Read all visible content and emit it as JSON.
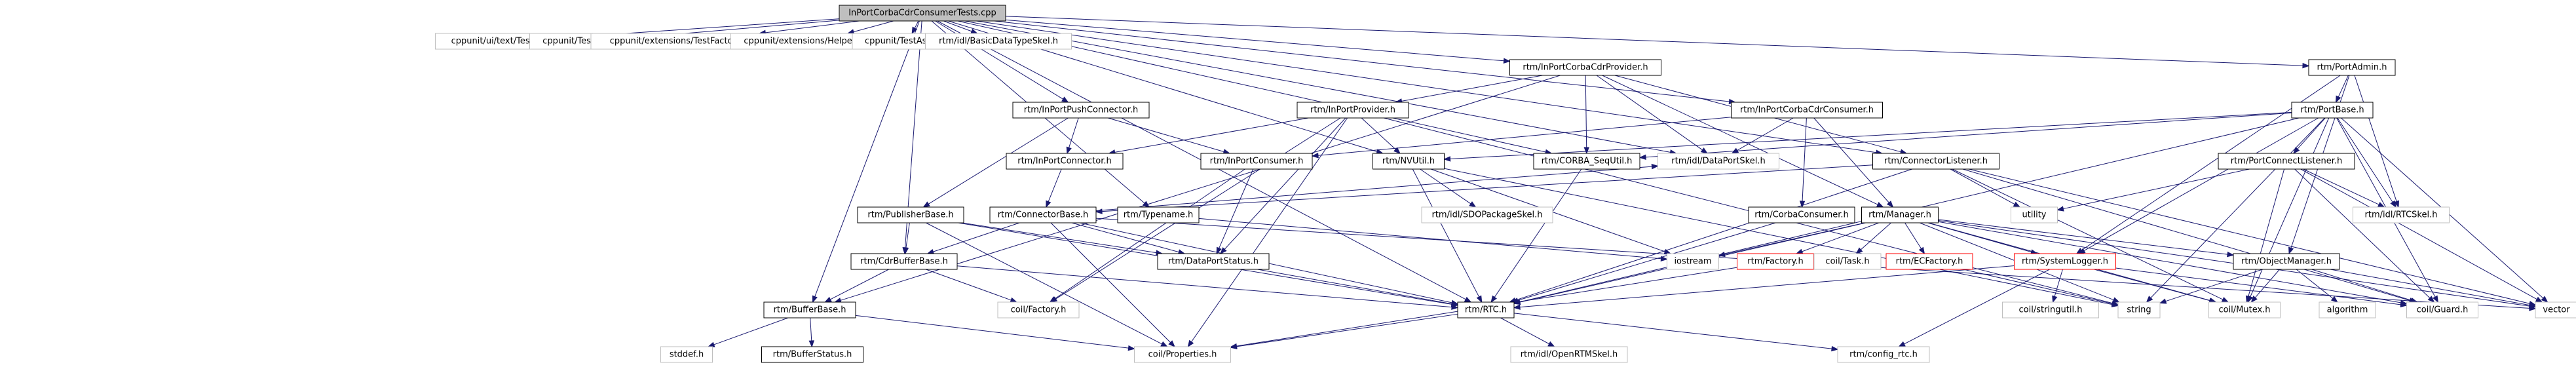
{
  "graph": {
    "edge_color": "#191970",
    "root_fill": "#bfbfbf",
    "nodes": [
      {
        "id": "root",
        "label": "InPortCorbaCdrConsumerTests.cpp",
        "style": "root"
      },
      {
        "id": "n_testrunner",
        "label": "cppunit/ui/text/TestRunner.h",
        "style": "ext"
      },
      {
        "id": "n_testoutputter",
        "label": "cppunit/TestOutputter.h",
        "style": "ext"
      },
      {
        "id": "n_testfactoryreg",
        "label": "cppunit/extensions/TestFactoryRegistry.h",
        "style": "ext"
      },
      {
        "id": "n_helpermacros",
        "label": "cppunit/extensions/HelperMacros.h",
        "style": "ext"
      },
      {
        "id": "n_testassert",
        "label": "cppunit/TestAssert.h",
        "style": "ext"
      },
      {
        "id": "n_basicdatatype",
        "label": "rtm/idl/BasicDataTypeSkel.h",
        "style": "ext"
      },
      {
        "id": "n_inportpushconn",
        "label": "rtm/InPortPushConnector.h",
        "style": "normal"
      },
      {
        "id": "n_inportcdrprov",
        "label": "rtm/InPortCorbaCdrProvider.h",
        "style": "normal"
      },
      {
        "id": "n_inportprovider",
        "label": "rtm/InPortProvider.h",
        "style": "normal"
      },
      {
        "id": "n_inportcdrcons",
        "label": "rtm/InPortCorbaCdrConsumer.h",
        "style": "normal"
      },
      {
        "id": "n_portadmin",
        "label": "rtm/PortAdmin.h",
        "style": "normal"
      },
      {
        "id": "n_portbase",
        "label": "rtm/PortBase.h",
        "style": "normal"
      },
      {
        "id": "n_inportconnector",
        "label": "rtm/InPortConnector.h",
        "style": "normal"
      },
      {
        "id": "n_inportconsumer",
        "label": "rtm/InPortConsumer.h",
        "style": "normal"
      },
      {
        "id": "n_nvutil",
        "label": "rtm/NVUtil.h",
        "style": "normal"
      },
      {
        "id": "n_corbaseq",
        "label": "rtm/CORBA_SeqUtil.h",
        "style": "normal"
      },
      {
        "id": "n_dataportskel",
        "label": "rtm/idl/DataPortSkel.h",
        "style": "ext"
      },
      {
        "id": "n_connlistener",
        "label": "rtm/ConnectorListener.h",
        "style": "normal"
      },
      {
        "id": "n_portconnlistener",
        "label": "rtm/PortConnectListener.h",
        "style": "normal"
      },
      {
        "id": "n_rtcskel",
        "label": "rtm/idl/RTCSkel.h",
        "style": "ext"
      },
      {
        "id": "n_utility",
        "label": "utility",
        "style": "ext"
      },
      {
        "id": "n_publisherbase",
        "label": "rtm/PublisherBase.h",
        "style": "normal"
      },
      {
        "id": "n_connectorbase",
        "label": "rtm/ConnectorBase.h",
        "style": "normal"
      },
      {
        "id": "n_typename",
        "label": "rtm/Typename.h",
        "style": "normal"
      },
      {
        "id": "n_sdopackage",
        "label": "rtm/idl/SDOPackageSkel.h",
        "style": "ext"
      },
      {
        "id": "n_corbaconsumer",
        "label": "rtm/CorbaConsumer.h",
        "style": "normal"
      },
      {
        "id": "n_manager",
        "label": "rtm/Manager.h",
        "style": "normal"
      },
      {
        "id": "n_cdrbufferbase",
        "label": "rtm/CdrBufferBase.h",
        "style": "normal"
      },
      {
        "id": "n_dataportstatus",
        "label": "rtm/DataPortStatus.h",
        "style": "normal"
      },
      {
        "id": "n_iostream",
        "label": "iostream",
        "style": "ext"
      },
      {
        "id": "n_factory",
        "label": "rtm/Factory.h",
        "style": "red"
      },
      {
        "id": "n_coiltask",
        "label": "coil/Task.h",
        "style": "ext"
      },
      {
        "id": "n_ecfactory",
        "label": "rtm/ECFactory.h",
        "style": "red"
      },
      {
        "id": "n_systemlogger",
        "label": "rtm/SystemLogger.h",
        "style": "red"
      },
      {
        "id": "n_objectmanager",
        "label": "rtm/ObjectManager.h",
        "style": "normal"
      },
      {
        "id": "n_bufferbase",
        "label": "rtm/BufferBase.h",
        "style": "normal"
      },
      {
        "id": "n_coilfactory",
        "label": "coil/Factory.h",
        "style": "ext"
      },
      {
        "id": "n_rtc",
        "label": "rtm/RTC.h",
        "style": "normal"
      },
      {
        "id": "n_stringutil",
        "label": "coil/stringutil.h",
        "style": "ext"
      },
      {
        "id": "n_string",
        "label": "string",
        "style": "ext"
      },
      {
        "id": "n_mutex",
        "label": "coil/Mutex.h",
        "style": "ext"
      },
      {
        "id": "n_algorithm",
        "label": "algorithm",
        "style": "ext"
      },
      {
        "id": "n_guard",
        "label": "coil/Guard.h",
        "style": "ext"
      },
      {
        "id": "n_vector",
        "label": "vector",
        "style": "ext"
      },
      {
        "id": "n_stddef",
        "label": "stddef.h",
        "style": "ext"
      },
      {
        "id": "n_bufferstatus",
        "label": "rtm/BufferStatus.h",
        "style": "normal"
      },
      {
        "id": "n_properties",
        "label": "coil/Properties.h",
        "style": "ext"
      },
      {
        "id": "n_openrtmskel",
        "label": "rtm/idl/OpenRTMSkel.h",
        "style": "ext"
      },
      {
        "id": "n_configrtc",
        "label": "rtm/config_rtc.h",
        "style": "ext"
      }
    ],
    "edges": [
      [
        "root",
        "n_testrunner"
      ],
      [
        "root",
        "n_testoutputter"
      ],
      [
        "root",
        "n_testfactoryreg"
      ],
      [
        "root",
        "n_helpermacros"
      ],
      [
        "root",
        "n_testassert"
      ],
      [
        "root",
        "n_basicdatatype"
      ],
      [
        "root",
        "n_inportpushconn"
      ],
      [
        "root",
        "n_inportcdrprov"
      ],
      [
        "root",
        "n_inportcdrcons"
      ],
      [
        "root",
        "n_portadmin"
      ],
      [
        "root",
        "n_cdrbufferbase"
      ],
      [
        "root",
        "n_typename"
      ],
      [
        "root",
        "n_nvutil"
      ],
      [
        "root",
        "n_corbaseq"
      ],
      [
        "root",
        "n_dataportskel"
      ],
      [
        "root",
        "n_connlistener"
      ],
      [
        "root",
        "n_bufferbase"
      ],
      [
        "root",
        "n_rtc"
      ],
      [
        "n_inportpushconn",
        "n_inportconnector"
      ],
      [
        "n_inportpushconn",
        "n_inportconsumer"
      ],
      [
        "n_inportpushconn",
        "n_publisherbase"
      ],
      [
        "n_inportcdrprov",
        "n_inportprovider"
      ],
      [
        "n_inportcdrprov",
        "n_corbaseq"
      ],
      [
        "n_inportcdrprov",
        "n_dataportskel"
      ],
      [
        "n_inportcdrprov",
        "n_connlistener"
      ],
      [
        "n_inportcdrprov",
        "n_manager"
      ],
      [
        "n_inportcdrprov",
        "n_bufferbase"
      ],
      [
        "n_inportprovider",
        "n_inportconnector"
      ],
      [
        "n_inportprovider",
        "n_nvutil"
      ],
      [
        "n_inportprovider",
        "n_dataportstatus"
      ],
      [
        "n_inportprovider",
        "n_coilfactory"
      ],
      [
        "n_inportprovider",
        "n_properties"
      ],
      [
        "n_inportprovider",
        "n_string"
      ],
      [
        "n_inportcdrcons",
        "n_inportconsumer"
      ],
      [
        "n_inportcdrcons",
        "n_corbaconsumer"
      ],
      [
        "n_inportcdrcons",
        "n_dataportskel"
      ],
      [
        "n_inportcdrcons",
        "n_manager"
      ],
      [
        "n_portadmin",
        "n_portbase"
      ],
      [
        "n_portadmin",
        "n_rtcskel"
      ],
      [
        "n_portadmin",
        "n_objectmanager"
      ],
      [
        "n_portadmin",
        "n_systemlogger"
      ],
      [
        "n_portbase",
        "n_nvutil"
      ],
      [
        "n_portbase",
        "n_corbaseq"
      ],
      [
        "n_portbase",
        "n_portconnlistener"
      ],
      [
        "n_portbase",
        "n_rtcskel"
      ],
      [
        "n_portbase",
        "n_rtc"
      ],
      [
        "n_portbase",
        "n_guard"
      ],
      [
        "n_portbase",
        "n_mutex"
      ],
      [
        "n_portbase",
        "n_string"
      ],
      [
        "n_portbase",
        "n_vector"
      ],
      [
        "n_portbase",
        "n_systemlogger"
      ],
      [
        "n_inportconnector",
        "n_connectorbase"
      ],
      [
        "n_inportconsumer",
        "n_dataportstatus"
      ],
      [
        "n_inportconsumer",
        "n_coilfactory"
      ],
      [
        "n_nvutil",
        "n_sdopackage"
      ],
      [
        "n_nvutil",
        "n_iostream"
      ],
      [
        "n_nvutil",
        "n_rtc"
      ],
      [
        "n_nvutil",
        "n_string"
      ],
      [
        "n_corbaseq",
        "n_rtc"
      ],
      [
        "n_connlistener",
        "n_connectorbase"
      ],
      [
        "n_connlistener",
        "n_mutex"
      ],
      [
        "n_connlistener",
        "n_guard"
      ],
      [
        "n_connlistener",
        "n_utility"
      ],
      [
        "n_connlistener",
        "n_vector"
      ],
      [
        "n_connlistener",
        "n_rtc"
      ],
      [
        "n_portconnlistener",
        "n_rtcskel"
      ],
      [
        "n_portconnlistener",
        "n_mutex"
      ],
      [
        "n_portconnlistener",
        "n_guard"
      ],
      [
        "n_portconnlistener",
        "n_utility"
      ],
      [
        "n_portconnlistener",
        "n_vector"
      ],
      [
        "n_publisherbase",
        "n_cdrbufferbase"
      ],
      [
        "n_publisherbase",
        "n_dataportstatus"
      ],
      [
        "n_publisherbase",
        "n_properties"
      ],
      [
        "n_publisherbase",
        "n_rtc"
      ],
      [
        "n_connectorbase",
        "n_cdrbufferbase"
      ],
      [
        "n_connectorbase",
        "n_dataportstatus"
      ],
      [
        "n_connectorbase",
        "n_properties"
      ],
      [
        "n_connectorbase",
        "n_rtc"
      ],
      [
        "n_connectorbase",
        "n_vector"
      ],
      [
        "n_connectorbase",
        "n_dataportskel"
      ],
      [
        "n_typename",
        "n_iostream"
      ],
      [
        "n_corbaconsumer",
        "n_rtc"
      ],
      [
        "n_manager",
        "n_iostream"
      ],
      [
        "n_manager",
        "n_factory"
      ],
      [
        "n_manager",
        "n_coiltask"
      ],
      [
        "n_manager",
        "n_ecfactory"
      ],
      [
        "n_manager",
        "n_systemlogger"
      ],
      [
        "n_manager",
        "n_objectmanager"
      ],
      [
        "n_manager",
        "n_rtc"
      ],
      [
        "n_manager",
        "n_string"
      ],
      [
        "n_manager",
        "n_mutex"
      ],
      [
        "n_manager",
        "n_guard"
      ],
      [
        "n_manager",
        "n_vector"
      ],
      [
        "n_cdrbufferbase",
        "n_bufferbase"
      ],
      [
        "n_cdrbufferbase",
        "n_coilfactory"
      ],
      [
        "n_cdrbufferbase",
        "n_rtc"
      ],
      [
        "n_dataportstatus",
        "n_rtc"
      ],
      [
        "n_factory",
        "n_properties"
      ],
      [
        "n_ecfactory",
        "n_string"
      ],
      [
        "n_systemlogger",
        "n_rtc"
      ],
      [
        "n_systemlogger",
        "n_mutex"
      ],
      [
        "n_systemlogger",
        "n_guard"
      ],
      [
        "n_systemlogger",
        "n_configrtc"
      ],
      [
        "n_systemlogger",
        "n_stringutil"
      ],
      [
        "n_objectmanager",
        "n_algorithm"
      ],
      [
        "n_objectmanager",
        "n_mutex"
      ],
      [
        "n_objectmanager",
        "n_guard"
      ],
      [
        "n_objectmanager",
        "n_string"
      ],
      [
        "n_objectmanager",
        "n_vector"
      ],
      [
        "n_bufferbase",
        "n_stddef"
      ],
      [
        "n_bufferbase",
        "n_bufferstatus"
      ],
      [
        "n_bufferbase",
        "n_properties"
      ],
      [
        "n_rtc",
        "n_openrtmskel"
      ],
      [
        "n_rtc",
        "n_configrtc"
      ],
      [
        "n_rtc",
        "n_properties"
      ]
    ]
  }
}
